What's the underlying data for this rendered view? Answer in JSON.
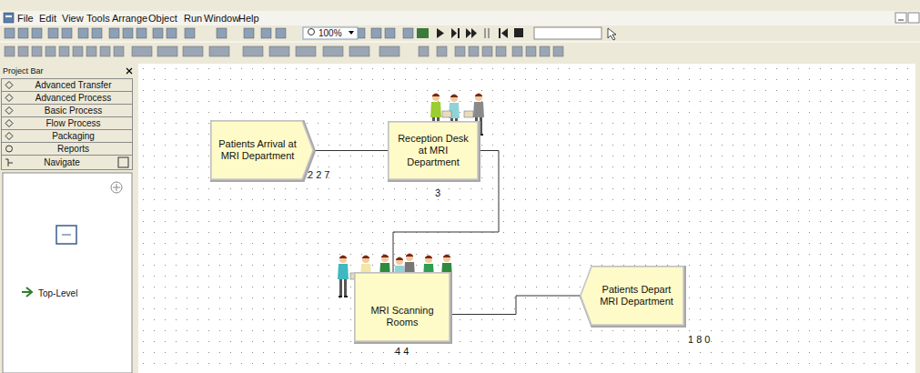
{
  "diagram": {
    "nodes": [
      {
        "text": [
          "Patients Arrival at MRI Department"
        ]
      },
      {
        "text": [
          "Reception Desk at MRI Department"
        ]
      },
      {
        "text": [
          "MRI Scanning Rooms"
        ]
      },
      {
        "text": [
          "Patients Depart MRI Department"
        ]
      }
    ],
    "edges": [
      {
        "from": 0,
        "to": 1,
        "arrow": "none"
      },
      {
        "from": 1,
        "to": 2,
        "arrow": "none"
      },
      {
        "from": 2,
        "to": 3,
        "arrow": "none"
      }
    ],
    "labels": [
      "File",
      "Edit",
      "View",
      "Tools",
      "Arrange",
      "Object",
      "Run",
      "Window",
      "Help",
      "100%",
      "Project Bar",
      "Advanced Transfer",
      "Advanced Process",
      "Basic Process",
      "Flow Process",
      "Packaging",
      "Reports",
      "Navigate",
      "Top-Level",
      "2 2 7",
      "3",
      "4 4",
      "1 8 0"
    ]
  }
}
